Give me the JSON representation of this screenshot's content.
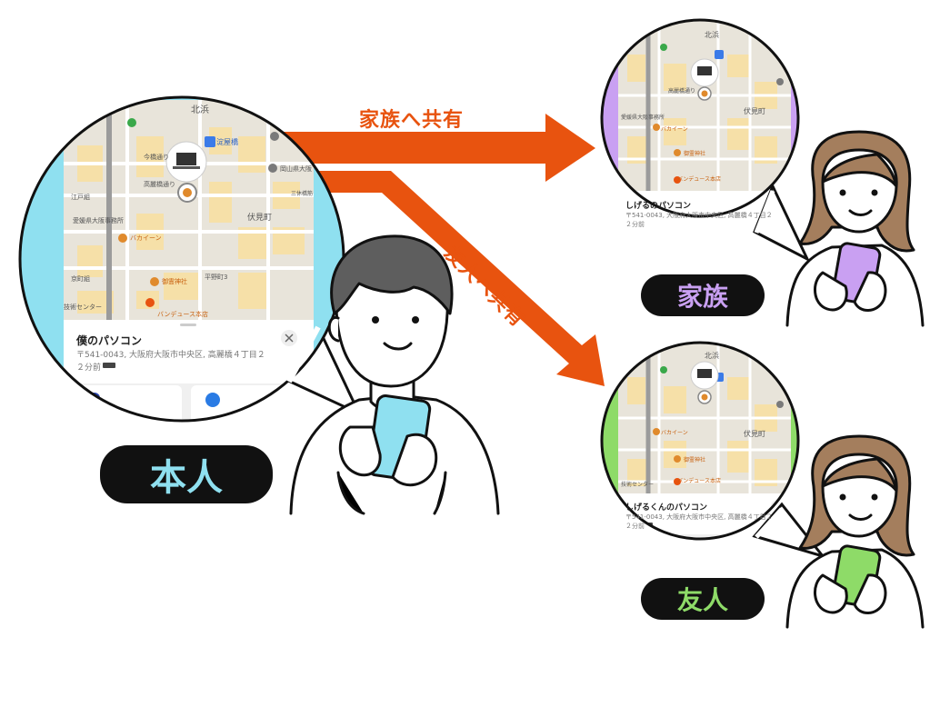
{
  "arrows": {
    "family_share": "家族へ共有",
    "friend_share": "友人へ共有",
    "color": "#E8530F"
  },
  "people": {
    "self": {
      "label": "本人",
      "label_color": "#8FE0F0",
      "phone_color": "#8FE0F0"
    },
    "family": {
      "label": "家族",
      "label_color": "#C9A0F2",
      "phone_color": "#C9A0F2"
    },
    "friend": {
      "label": "友人",
      "label_color": "#8EDB68",
      "phone_color": "#8EDB68"
    }
  },
  "bubbles": {
    "self": {
      "bg": "#8FE0F0",
      "device_name": "僕のパソコン",
      "address": "〒541-0043, 大阪府大阪市中央区, 高麗橋４丁目２",
      "time": "２分前",
      "map_labels": [
        "北浜",
        "今橋通り",
        "淀屋橋",
        "高麗橋通り",
        "伏見町",
        "岡山県大阪",
        "愛媛県大阪事務所",
        "江戸組",
        "バカイーン",
        "平野町3",
        "京町組",
        "御霊神社",
        "技術センター",
        "バンデュース本店",
        "三休橋筋"
      ]
    },
    "family": {
      "bg": "#C9A0F2",
      "device_name": "しげるのパソコン",
      "address": "〒541-0043, 大阪府大阪市中央区, 高麗橋４丁目２",
      "time": "２分前",
      "map_labels": [
        "北浜",
        "伏見町",
        "バカイーン",
        "御霊神社",
        "バンデュース本店",
        "愛媛県大阪事務所",
        "高麗橋通り"
      ]
    },
    "friend": {
      "bg": "#8EDB68",
      "device_name": "しげるくんのパソコン",
      "address": "〒541-0043, 大阪府大阪市中央区, 高麗橋４丁目２",
      "time": "２分前",
      "map_labels": [
        "北浜",
        "伏見町",
        "バカイーン",
        "御霊神社",
        "バンデュース本店",
        "技術センター"
      ]
    }
  }
}
